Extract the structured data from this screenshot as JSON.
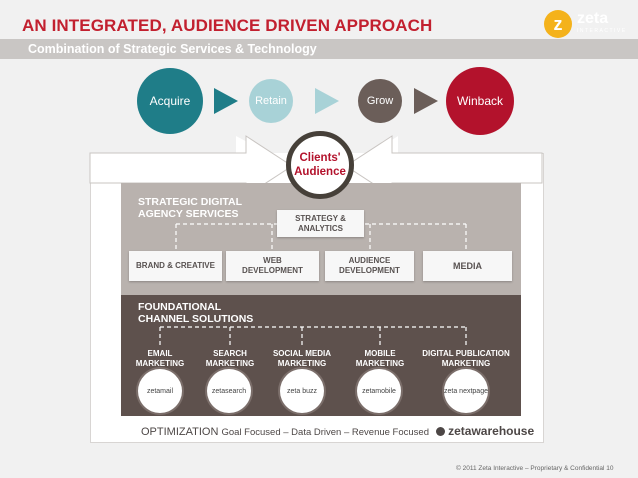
{
  "header": {
    "title": "AN INTEGRATED, AUDIENCE DRIVEN APPROACH",
    "subtitle": "Combination of Strategic Services & Technology"
  },
  "logo": {
    "mark": "z",
    "name": "zeta",
    "tagline": "INTERACTIVE"
  },
  "lifecycle": [
    {
      "label": "Acquire",
      "color": "#1f7d88"
    },
    {
      "label": "Retain",
      "color": "#a8d2d7"
    },
    {
      "label": "Grow",
      "color": "#6b5e59"
    },
    {
      "label": "Winback",
      "color": "#b3122c"
    }
  ],
  "center": {
    "line1": "Clients'",
    "line2": "Audience"
  },
  "strategic": {
    "heading_line1": "STRATEGIC DIGITAL",
    "heading_line2": "AGENCY SERVICES",
    "top": {
      "line1": "STRATEGY &",
      "line2": "ANALYTICS"
    },
    "services": [
      {
        "line1": "BRAND & CREATIVE",
        "line2": ""
      },
      {
        "line1": "WEB",
        "line2": "DEVELOPMENT"
      },
      {
        "line1": "AUDIENCE",
        "line2": "DEVELOPMENT"
      },
      {
        "line1": "MEDIA",
        "line2": ""
      }
    ]
  },
  "foundational": {
    "heading_line1": "FOUNDATIONAL",
    "heading_line2": "CHANNEL SOLUTIONS",
    "channels": [
      {
        "line1": "EMAIL",
        "line2": "MARKETING",
        "product": "zetamail"
      },
      {
        "line1": "SEARCH",
        "line2": "MARKETING",
        "product": "zetasearch"
      },
      {
        "line1": "SOCIAL MEDIA",
        "line2": "MARKETING",
        "product": "zeta buzz"
      },
      {
        "line1": "MOBILE",
        "line2": "MARKETING",
        "product": "zetamobile"
      },
      {
        "line1": "DIGITAL PUBLICATION",
        "line2": "MARKETING",
        "product": "zeta nextpage"
      }
    ]
  },
  "optimization": {
    "label": "OPTIMIZATION",
    "sub": "Goal Focused – Data Driven – Revenue Focused",
    "brand": "zetawarehouse"
  },
  "footer": {
    "copyright": "© 2011 Zeta Interactive – Proprietary & Confidential   10"
  },
  "colors": {
    "accent_red": "#c2202f",
    "teal": "#1f7d88",
    "light_teal": "#a8d2d7",
    "taupe": "#6b5e59",
    "crimson": "#b3122c",
    "logo_gold": "#f4b21b"
  }
}
